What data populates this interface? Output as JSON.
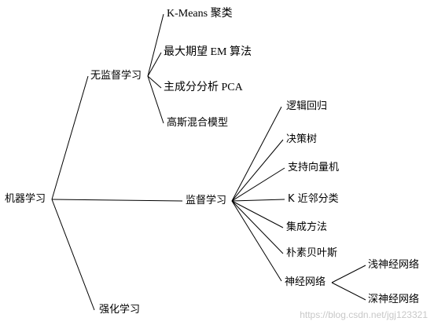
{
  "tree": {
    "root": "机器学习",
    "unsupervised": {
      "label": "无监督学习",
      "items": [
        "K-Means 聚类",
        "最大期望 EM 算法",
        "主成分分析 PCA",
        "高斯混合模型"
      ]
    },
    "supervised": {
      "label": "监督学习",
      "items": [
        "逻辑回归",
        "决策树",
        "支持向量机",
        "K 近邻分类",
        "集成方法",
        "朴素贝叶斯",
        "神经网络"
      ]
    },
    "neural_net": {
      "children": [
        "浅神经网络",
        "深神经网络"
      ]
    },
    "reinforcement": {
      "label": "强化学习"
    }
  },
  "colors": {
    "line": "#000000",
    "watermark": "#c8c8c8"
  },
  "watermark": "https://blog.csdn.net/jgj123321"
}
